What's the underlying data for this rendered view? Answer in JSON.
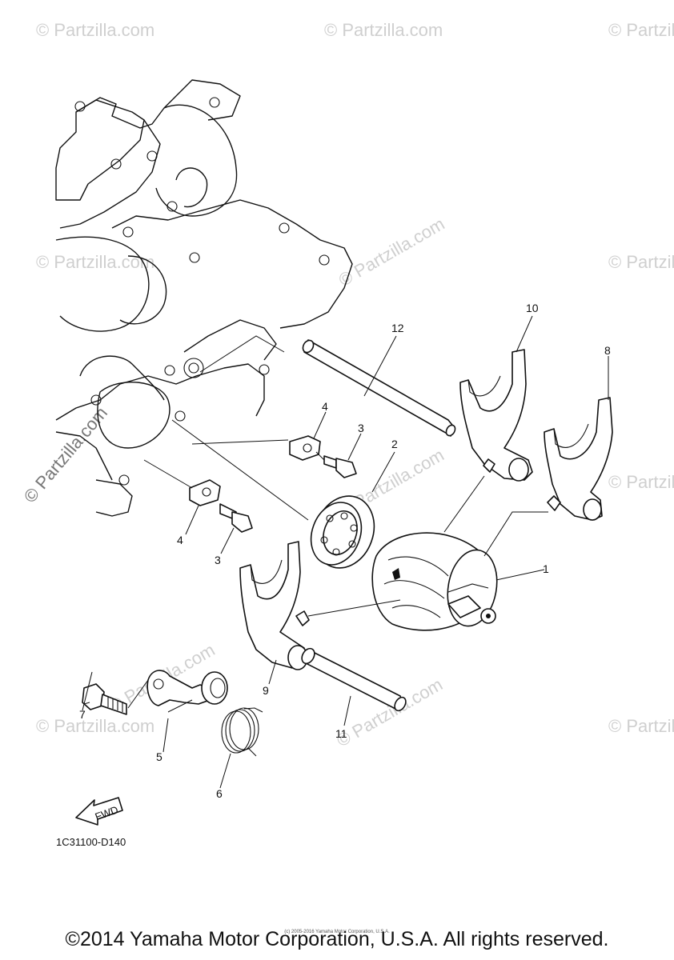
{
  "watermark": {
    "text": "© Partzilla.com",
    "side_text": "© Partzilla.com"
  },
  "callouts": [
    "1",
    "2",
    "3",
    "4",
    "5",
    "6",
    "7",
    "8",
    "9",
    "10",
    "11",
    "12"
  ],
  "callout_extra": {
    "three_b": "3",
    "four_b": "4"
  },
  "fwd_label": "FWD",
  "diagram_code": "1C31100-D140",
  "tiny_note": "(c) 2005-2016 Yamaha Motor Corporation, U.S.A.",
  "copyright": "©2014 Yamaha Motor Corporation, U.S.A. All rights reserved.",
  "colors": {
    "line": "#111111",
    "watermark": "#cfcfcf"
  }
}
